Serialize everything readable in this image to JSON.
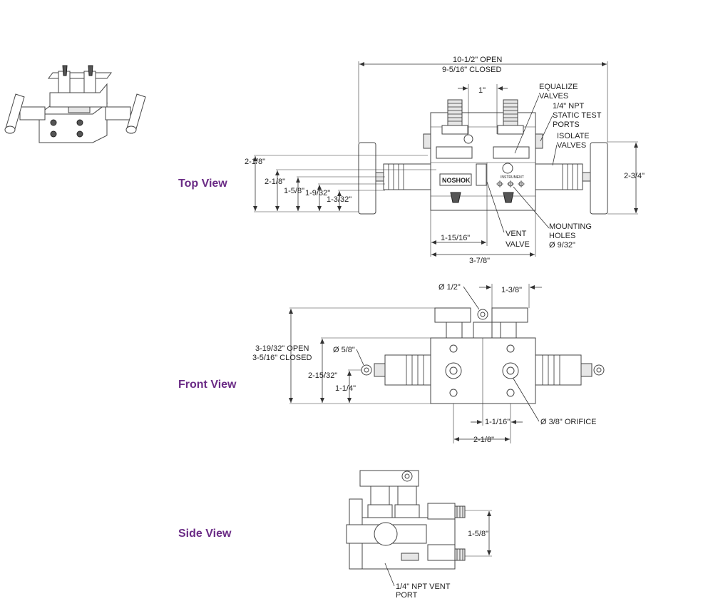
{
  "views": {
    "top": "Top View",
    "front": "Front View",
    "side": "Side View"
  },
  "top_view": {
    "overall_open": "10-1/2\" OPEN",
    "overall_closed": "9-5/16\" CLOSED",
    "spacing_1": "1\"",
    "equalize_1": "EQUALIZE",
    "equalize_2": "VALVES",
    "npt_1": "1/4\" NPT",
    "npt_2": "STATIC TEST",
    "npt_3": "PORTS",
    "isolate_1": "ISOLATE",
    "isolate_2": "VALVES",
    "h_2_1_8_a": "2-1/8\"",
    "h_2_1_8_b": "2-1/8\"",
    "h_1_5_8": "1-5/8\"",
    "h_1_9_32": "1-9/32\"",
    "h_1_3_32": "1-3/32\"",
    "h_2_3_4": "2-3/4\"",
    "w_1_15_16": "1-15/16\"",
    "w_3_7_8": "3-7/8\"",
    "vent_1": "VENT",
    "vent_2": "VALVE",
    "mount_1": "MOUNTING",
    "mount_2": "HOLES",
    "mount_3": "Ø 9/32\"",
    "brand_plate": "NOSHOK",
    "instrument_plate": "INSTRUMENT"
  },
  "front_view": {
    "dia_1_2": "Ø 1/2\"",
    "w_1_3_8": "1-3/8\"",
    "h_open": "3-19/32\" OPEN",
    "h_closed": "3-5/16\" CLOSED",
    "dia_5_8": "Ø 5/8\"",
    "h_2_15_32": "2-15/32\"",
    "h_1_1_4": "1-1/4\"",
    "w_1_1_16": "1-1/16\"",
    "orifice": "Ø 3/8\" ORIFICE",
    "w_2_1_8": "2-1/8\""
  },
  "side_view": {
    "h_1_5_8": "1-5/8\"",
    "vent_port_1": "1/4\" NPT VENT",
    "vent_port_2": "PORT"
  },
  "icons": [
    "isometric-manifold-icon"
  ],
  "colors": {
    "view_label": "#6b2c86",
    "line": "#333333",
    "background": "#ffffff"
  }
}
